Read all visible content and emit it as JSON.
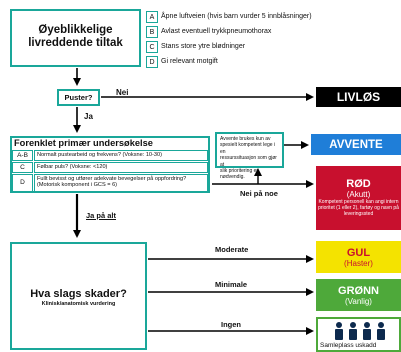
{
  "immediate": {
    "title_line1": "Øyeblikkelige",
    "title_line2": "livreddende tiltak",
    "steps": [
      {
        "key": "A",
        "text": "Åpne luftveien (hvis barn vurder 5 innblåsninger)"
      },
      {
        "key": "B",
        "text": "Avlast eventuell trykkpneumothorax"
      },
      {
        "key": "C",
        "text": "Stans store ytre blødninger"
      },
      {
        "key": "D",
        "text": "Gi relevant motgift"
      }
    ]
  },
  "breathing": {
    "question": "Puster?",
    "no_label": "Nei",
    "yes_label": "Ja"
  },
  "outcomes": {
    "dead": "LIVLØS",
    "await": "AVVENTE",
    "red_title": "RØD",
    "red_sub": "(Akutt)",
    "red_note": "Kompetent personell kan angi intern prioritet (1 eller 2), fartøy og navn på leveringssted",
    "yellow_title": "GUL",
    "yellow_sub": "(Haster)",
    "green_title": "GRØNN",
    "green_sub": "(Vanlig)",
    "collect": "Samleplass uskadd"
  },
  "primary": {
    "title": "Forenklet primær undersøkelse",
    "rows": [
      {
        "key": "A-B",
        "text": "Normalt pustearbeid og frekvens? (Voksne: 10-30)"
      },
      {
        "key": "C",
        "text": "Følbar puls? (Voksne: <120)"
      },
      {
        "key": "D",
        "text_line1": "Fullt bevisst og utfører adekvate bevegelser på oppfordring?",
        "text_line2": "(Motorisk komponent i GCS = 6)"
      }
    ],
    "yes_all": "Ja på alt",
    "no_some": "Nei på noe"
  },
  "note": {
    "line1": "Avvente brukes kun av",
    "line2": "spesielt kompetent lege i en",
    "line3": "ressurssituasjon som gjør at",
    "line4": "slik prioritering er nødvendig."
  },
  "injuries": {
    "title": "Hva slags skader?",
    "subtitle": "Klinisk/anatomisk vurdering",
    "moderate": "Moderate",
    "minimal": "Minimale",
    "none": "Ingen"
  },
  "colors": {
    "teal": "#1aa79a",
    "blue": "#1f7ed8",
    "red": "#c8102e",
    "yellow": "#f4e300",
    "green": "#4ea93a"
  }
}
